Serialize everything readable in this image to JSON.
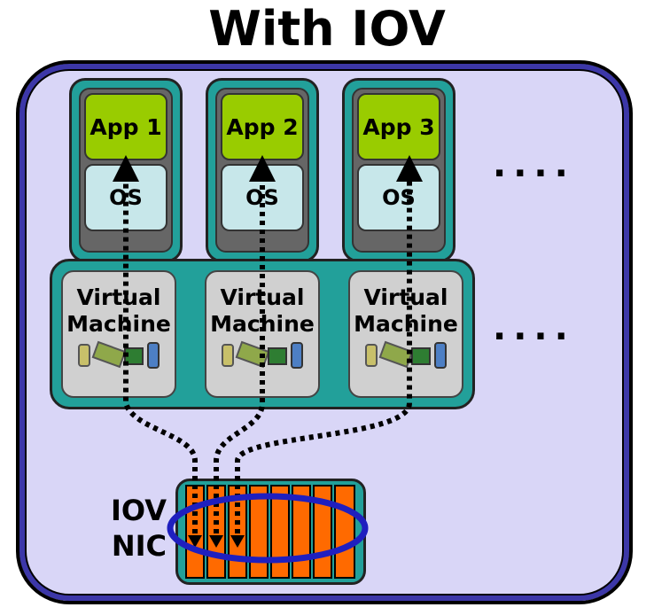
{
  "title": "With IOV",
  "apps": [
    {
      "app": "App 1",
      "os": "OS"
    },
    {
      "app": "App 2",
      "os": "OS"
    },
    {
      "app": "App 3",
      "os": "OS"
    }
  ],
  "virtual_machines": [
    {
      "line1": "Virtual",
      "line2": "Machine"
    },
    {
      "line1": "Virtual",
      "line2": "Machine"
    },
    {
      "line1": "Virtual",
      "line2": "Machine"
    }
  ],
  "ellipsis": "....",
  "nic_label": {
    "line1": "IOV",
    "line2": "NIC"
  },
  "nic": {
    "lanes": 8,
    "highlighted_lanes": 3
  },
  "colors": {
    "host_fill": "#d9d6f7",
    "host_border": "#3c37a8",
    "teal": "#22a09a",
    "app_green": "#99cc00",
    "os_blue": "#c7e7ea",
    "nic_lane": "#ff6a00",
    "highlight_ellipse": "#1f1fbf"
  }
}
